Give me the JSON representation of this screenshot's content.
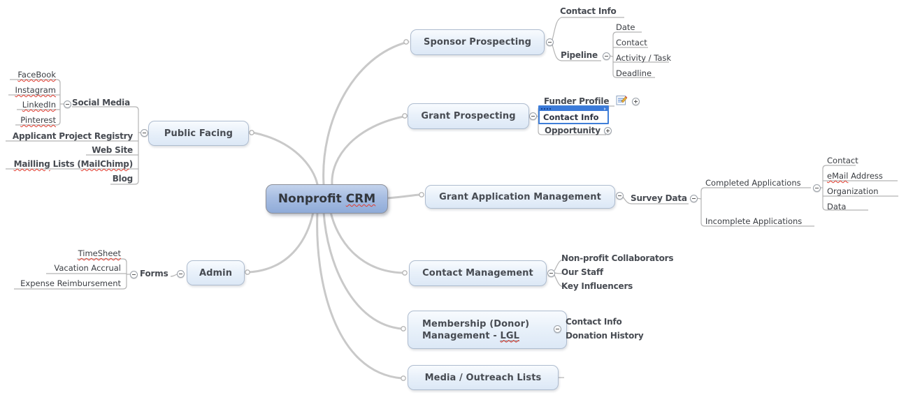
{
  "app": {
    "type": "mind-map"
  },
  "colors": {
    "topic_fill_top": "#f8fbfe",
    "topic_fill_bottom": "#dce8f6",
    "topic_border": "#aebccf",
    "root_fill_top": "#c3d3ec",
    "root_fill_bottom": "#8fabd8",
    "branch_line": "#c9c9c9",
    "subtopic_line": "#b3b3b3",
    "selection_blue": "#3f7ed8",
    "squiggle_red": "#e23b2e",
    "text": "#474b52"
  },
  "nodes": {
    "root": {
      "parts": [
        "Nonprofit ",
        "CRM"
      ]
    },
    "sponsor_prospecting": {
      "label": "Sponsor Prospecting"
    },
    "sp_contact_info": {
      "label": "Contact Info"
    },
    "sp_pipeline": {
      "label": "Pipeline"
    },
    "sp_date": {
      "label": "Date"
    },
    "sp_contact": {
      "label": "Contact"
    },
    "sp_activity_task": {
      "label": "Activity / Task"
    },
    "sp_deadline": {
      "label": "Deadline"
    },
    "grant_prospecting": {
      "label": "Grant Prospecting"
    },
    "gp_funder_profile": {
      "label": "Funder Profile"
    },
    "gp_contact_info": {
      "label": "Contact Info",
      "selected": true
    },
    "gp_opportunity": {
      "label": "Opportunity"
    },
    "grant_application_management": {
      "label": "Grant Application Management"
    },
    "gam_survey_data": {
      "label": "Survey Data"
    },
    "gam_completed_applications": {
      "label": "Completed Applications"
    },
    "gam_incomplete_applications": {
      "label": "Incomplete Applications"
    },
    "ca_contact": {
      "label": "Contact"
    },
    "ca_email_address": {
      "parts": [
        "eMail",
        " Address"
      ]
    },
    "ca_organization": {
      "label": "Organization"
    },
    "ca_data": {
      "label": "Data"
    },
    "contact_management": {
      "label": "Contact Management"
    },
    "cm_nonprofit_collaborators": {
      "label": "Non-profit Collaborators"
    },
    "cm_our_staff": {
      "label": "Our Staff"
    },
    "cm_key_influencers": {
      "label": "Key Influencers"
    },
    "membership_management": {
      "line1": "Membership (Donor)",
      "line2_parts": [
        "Management - ",
        "LGL"
      ]
    },
    "mm_contact_info": {
      "label": "Contact Info"
    },
    "mm_donation_history": {
      "label": "Donation History"
    },
    "media_outreach_lists": {
      "label": "Media / Outreach Lists"
    },
    "public_facing": {
      "label": "Public Facing"
    },
    "pf_social_media": {
      "label": "Social Media"
    },
    "sm_facebook": {
      "label": "FaceBook"
    },
    "sm_instagram": {
      "label": "Instagram"
    },
    "sm_linkedin": {
      "label": "LinkedIn"
    },
    "sm_pinterest": {
      "label": "Pinterest"
    },
    "pf_applicant_project_registry": {
      "label": "Applicant Project Registry"
    },
    "pf_web_site": {
      "label": "Web Site"
    },
    "pf_mailing_lists": {
      "parts": [
        "Mailling",
        " Lists (",
        "MailChimp",
        ")"
      ]
    },
    "pf_blog": {
      "label": "Blog"
    },
    "admin": {
      "label": "Admin"
    },
    "ad_forms": {
      "label": "Forms"
    },
    "forms_timesheet": {
      "label": "TimeSheet"
    },
    "forms_vacation_accrual": {
      "label": "Vacation Accrual"
    },
    "forms_expense_reimbursement": {
      "label": "Expense Reimbursement"
    }
  }
}
